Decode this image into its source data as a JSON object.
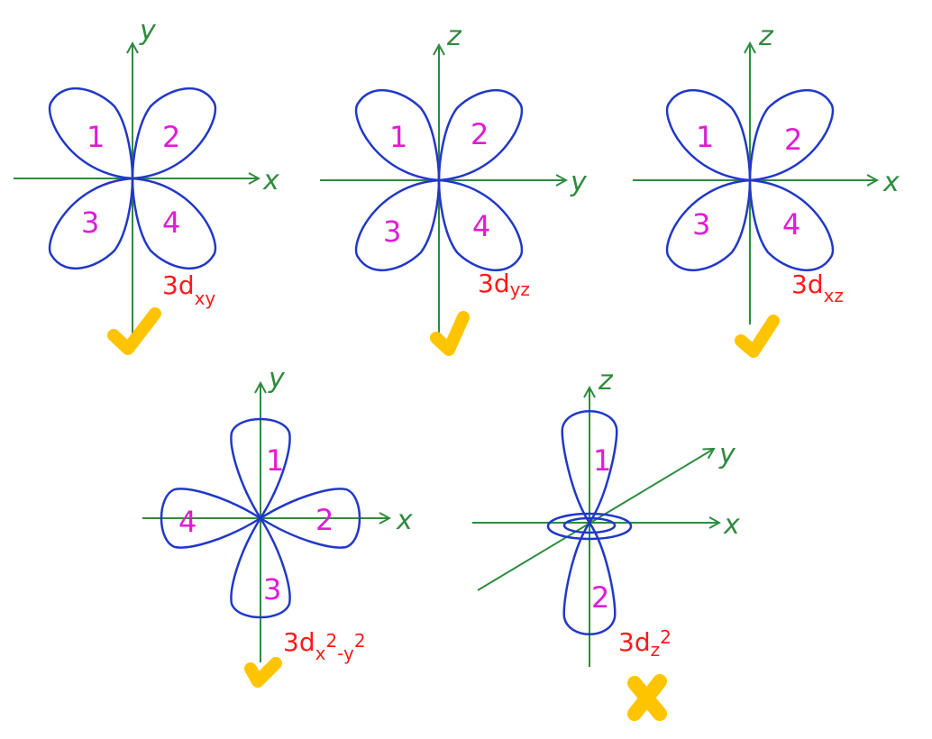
{
  "colors": {
    "axis": "#2e8b3e",
    "lobe": "#2138c8",
    "lobe_label": "#e01bd6",
    "orbital_label": "#ff1a1a",
    "check": "#ffc400"
  },
  "orbitals": [
    {
      "id": "dxy",
      "label_main": "3d",
      "label_sub": "xy",
      "horizontal_axis": "x",
      "vertical_axis": "y",
      "lobes": [
        "1",
        "2",
        "3",
        "4"
      ],
      "mark": "check-icon"
    },
    {
      "id": "dyz",
      "label_main": "3d",
      "label_sub": "yz",
      "horizontal_axis": "y",
      "vertical_axis": "z",
      "lobes": [
        "1",
        "2",
        "3",
        "4"
      ],
      "mark": "check-icon"
    },
    {
      "id": "dxz",
      "label_main": "3d",
      "label_sub": "xz",
      "horizontal_axis": "x",
      "vertical_axis": "z",
      "lobes": [
        "1",
        "2",
        "3",
        "4"
      ],
      "mark": "check-icon"
    },
    {
      "id": "dx2y2",
      "label_main": "3d",
      "label_sub_a": "x",
      "label_sup_a": "2",
      "label_sub_b": "-y",
      "label_sup_b": "2",
      "horizontal_axis": "x",
      "vertical_axis": "y",
      "lobes": [
        "1",
        "2",
        "3",
        "4"
      ],
      "mark": "check-icon"
    },
    {
      "id": "dz2",
      "label_main": "3d",
      "label_sub": "z",
      "label_sup": "2",
      "horizontal_axis": "x",
      "vertical_axis": "z",
      "diagonal_axis": "y",
      "lobes": [
        "1",
        "2"
      ],
      "mark": "cross-icon"
    }
  ]
}
